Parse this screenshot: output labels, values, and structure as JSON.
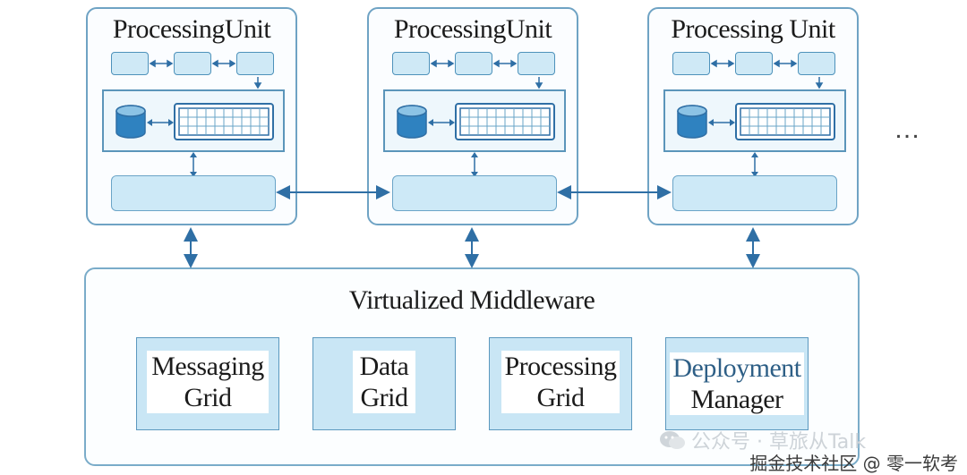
{
  "processing_units": [
    {
      "title": "ProcessingUnit"
    },
    {
      "title": "ProcessingUnit"
    },
    {
      "title": "Processing Unit"
    }
  ],
  "ellipsis": "…",
  "middleware": {
    "title": "Virtualized Middleware",
    "grids": [
      {
        "line1": "Messaging",
        "line2": "Grid"
      },
      {
        "line1": "Data",
        "line2": "Grid"
      },
      {
        "line1": "Processing",
        "line2": "Grid"
      },
      {
        "line1": "Deployment",
        "line2": "Manager"
      }
    ]
  },
  "watermark": {
    "line1": "公众号 · 草旅从Talk",
    "line2": "掘金技术社区 @ 零一软考"
  },
  "colors": {
    "border": "#6fa3c4",
    "fill": "#cde9f7",
    "arrow": "#2f6fa5",
    "deployment_text": "#2e5f86"
  }
}
